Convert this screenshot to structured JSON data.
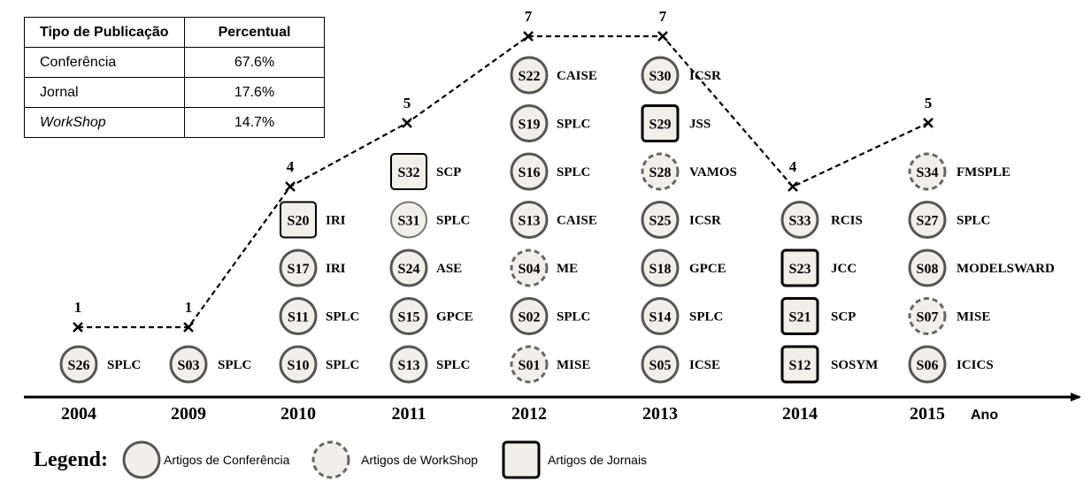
{
  "table": {
    "headers": [
      "Tipo de Publicação",
      "Percentual"
    ],
    "rows": [
      {
        "tipo": "Conferência",
        "percentual": "67.6%",
        "italic": false
      },
      {
        "tipo": "Jornal",
        "percentual": "17.6%",
        "italic": false
      },
      {
        "tipo": "WorkShop",
        "percentual": "14.7%",
        "italic": true
      }
    ]
  },
  "axis_label": "Ano",
  "colors": {
    "node_fill": "#f0efe9",
    "line": "#000000"
  },
  "years": [
    {
      "year": "2004",
      "count": "1",
      "items": [
        {
          "id": "S26",
          "venue": "SPLC",
          "type": "conference"
        }
      ]
    },
    {
      "year": "2009",
      "count": "1",
      "items": [
        {
          "id": "S03",
          "venue": "SPLC",
          "type": "conference"
        }
      ]
    },
    {
      "year": "2010",
      "count": "4",
      "items": [
        {
          "id": "S10",
          "venue": "SPLC",
          "type": "conference"
        },
        {
          "id": "S11",
          "venue": "SPLC",
          "type": "conference"
        },
        {
          "id": "S17",
          "venue": "IRI",
          "type": "conference"
        },
        {
          "id": "S20",
          "venue": "IRI",
          "type": "journal_thin"
        }
      ]
    },
    {
      "year": "2011",
      "count": "5",
      "items": [
        {
          "id": "S13",
          "venue": "SPLC",
          "type": "conference"
        },
        {
          "id": "S15",
          "venue": "GPCE",
          "type": "conference"
        },
        {
          "id": "S24",
          "venue": "ASE",
          "type": "conference"
        },
        {
          "id": "S31",
          "venue": "SPLC",
          "type": "conference_thin"
        },
        {
          "id": "S32",
          "venue": "SCP",
          "type": "journal_thin"
        }
      ]
    },
    {
      "year": "2012",
      "count": "7",
      "items": [
        {
          "id": "S01",
          "venue": "MISE",
          "type": "workshop"
        },
        {
          "id": "S02",
          "venue": "SPLC",
          "type": "conference"
        },
        {
          "id": "S04",
          "venue": "ME",
          "type": "workshop"
        },
        {
          "id": "S13",
          "venue": "CAISE",
          "type": "conference"
        },
        {
          "id": "S16",
          "venue": "SPLC",
          "type": "conference"
        },
        {
          "id": "S19",
          "venue": "SPLC",
          "type": "conference"
        },
        {
          "id": "S22",
          "venue": "CAISE",
          "type": "conference"
        }
      ]
    },
    {
      "year": "2013",
      "count": "7",
      "items": [
        {
          "id": "S05",
          "venue": "ICSE",
          "type": "conference"
        },
        {
          "id": "S14",
          "venue": "SPLC",
          "type": "conference"
        },
        {
          "id": "S18",
          "venue": "GPCE",
          "type": "conference"
        },
        {
          "id": "S25",
          "venue": "ICSR",
          "type": "conference"
        },
        {
          "id": "S28",
          "venue": "VAMOS",
          "type": "workshop"
        },
        {
          "id": "S29",
          "venue": "JSS",
          "type": "journal"
        },
        {
          "id": "S30",
          "venue": "ICSR",
          "type": "conference"
        }
      ]
    },
    {
      "year": "2014",
      "count": "4",
      "items": [
        {
          "id": "S12",
          "venue": "SOSYM",
          "type": "journal"
        },
        {
          "id": "S21",
          "venue": "SCP",
          "type": "journal"
        },
        {
          "id": "S23",
          "venue": "JCC",
          "type": "journal"
        },
        {
          "id": "S33",
          "venue": "RCIS",
          "type": "conference"
        }
      ]
    },
    {
      "year": "2015",
      "count": "5",
      "items": [
        {
          "id": "S06",
          "venue": "ICICS",
          "type": "conference"
        },
        {
          "id": "S07",
          "venue": "MISE",
          "type": "workshop"
        },
        {
          "id": "S08",
          "venue": "MODELSWARD",
          "type": "conference"
        },
        {
          "id": "S27",
          "venue": "SPLC",
          "type": "conference"
        },
        {
          "id": "S34",
          "venue": "FMSPLE",
          "type": "workshop"
        }
      ]
    }
  ],
  "legend": {
    "title": "Legend:",
    "items": [
      {
        "label": "Artigos de Conferência",
        "type": "conference"
      },
      {
        "label": "Artigos de WorkShop",
        "type": "workshop"
      },
      {
        "label": "Artigos de Jornais",
        "type": "journal"
      }
    ]
  }
}
